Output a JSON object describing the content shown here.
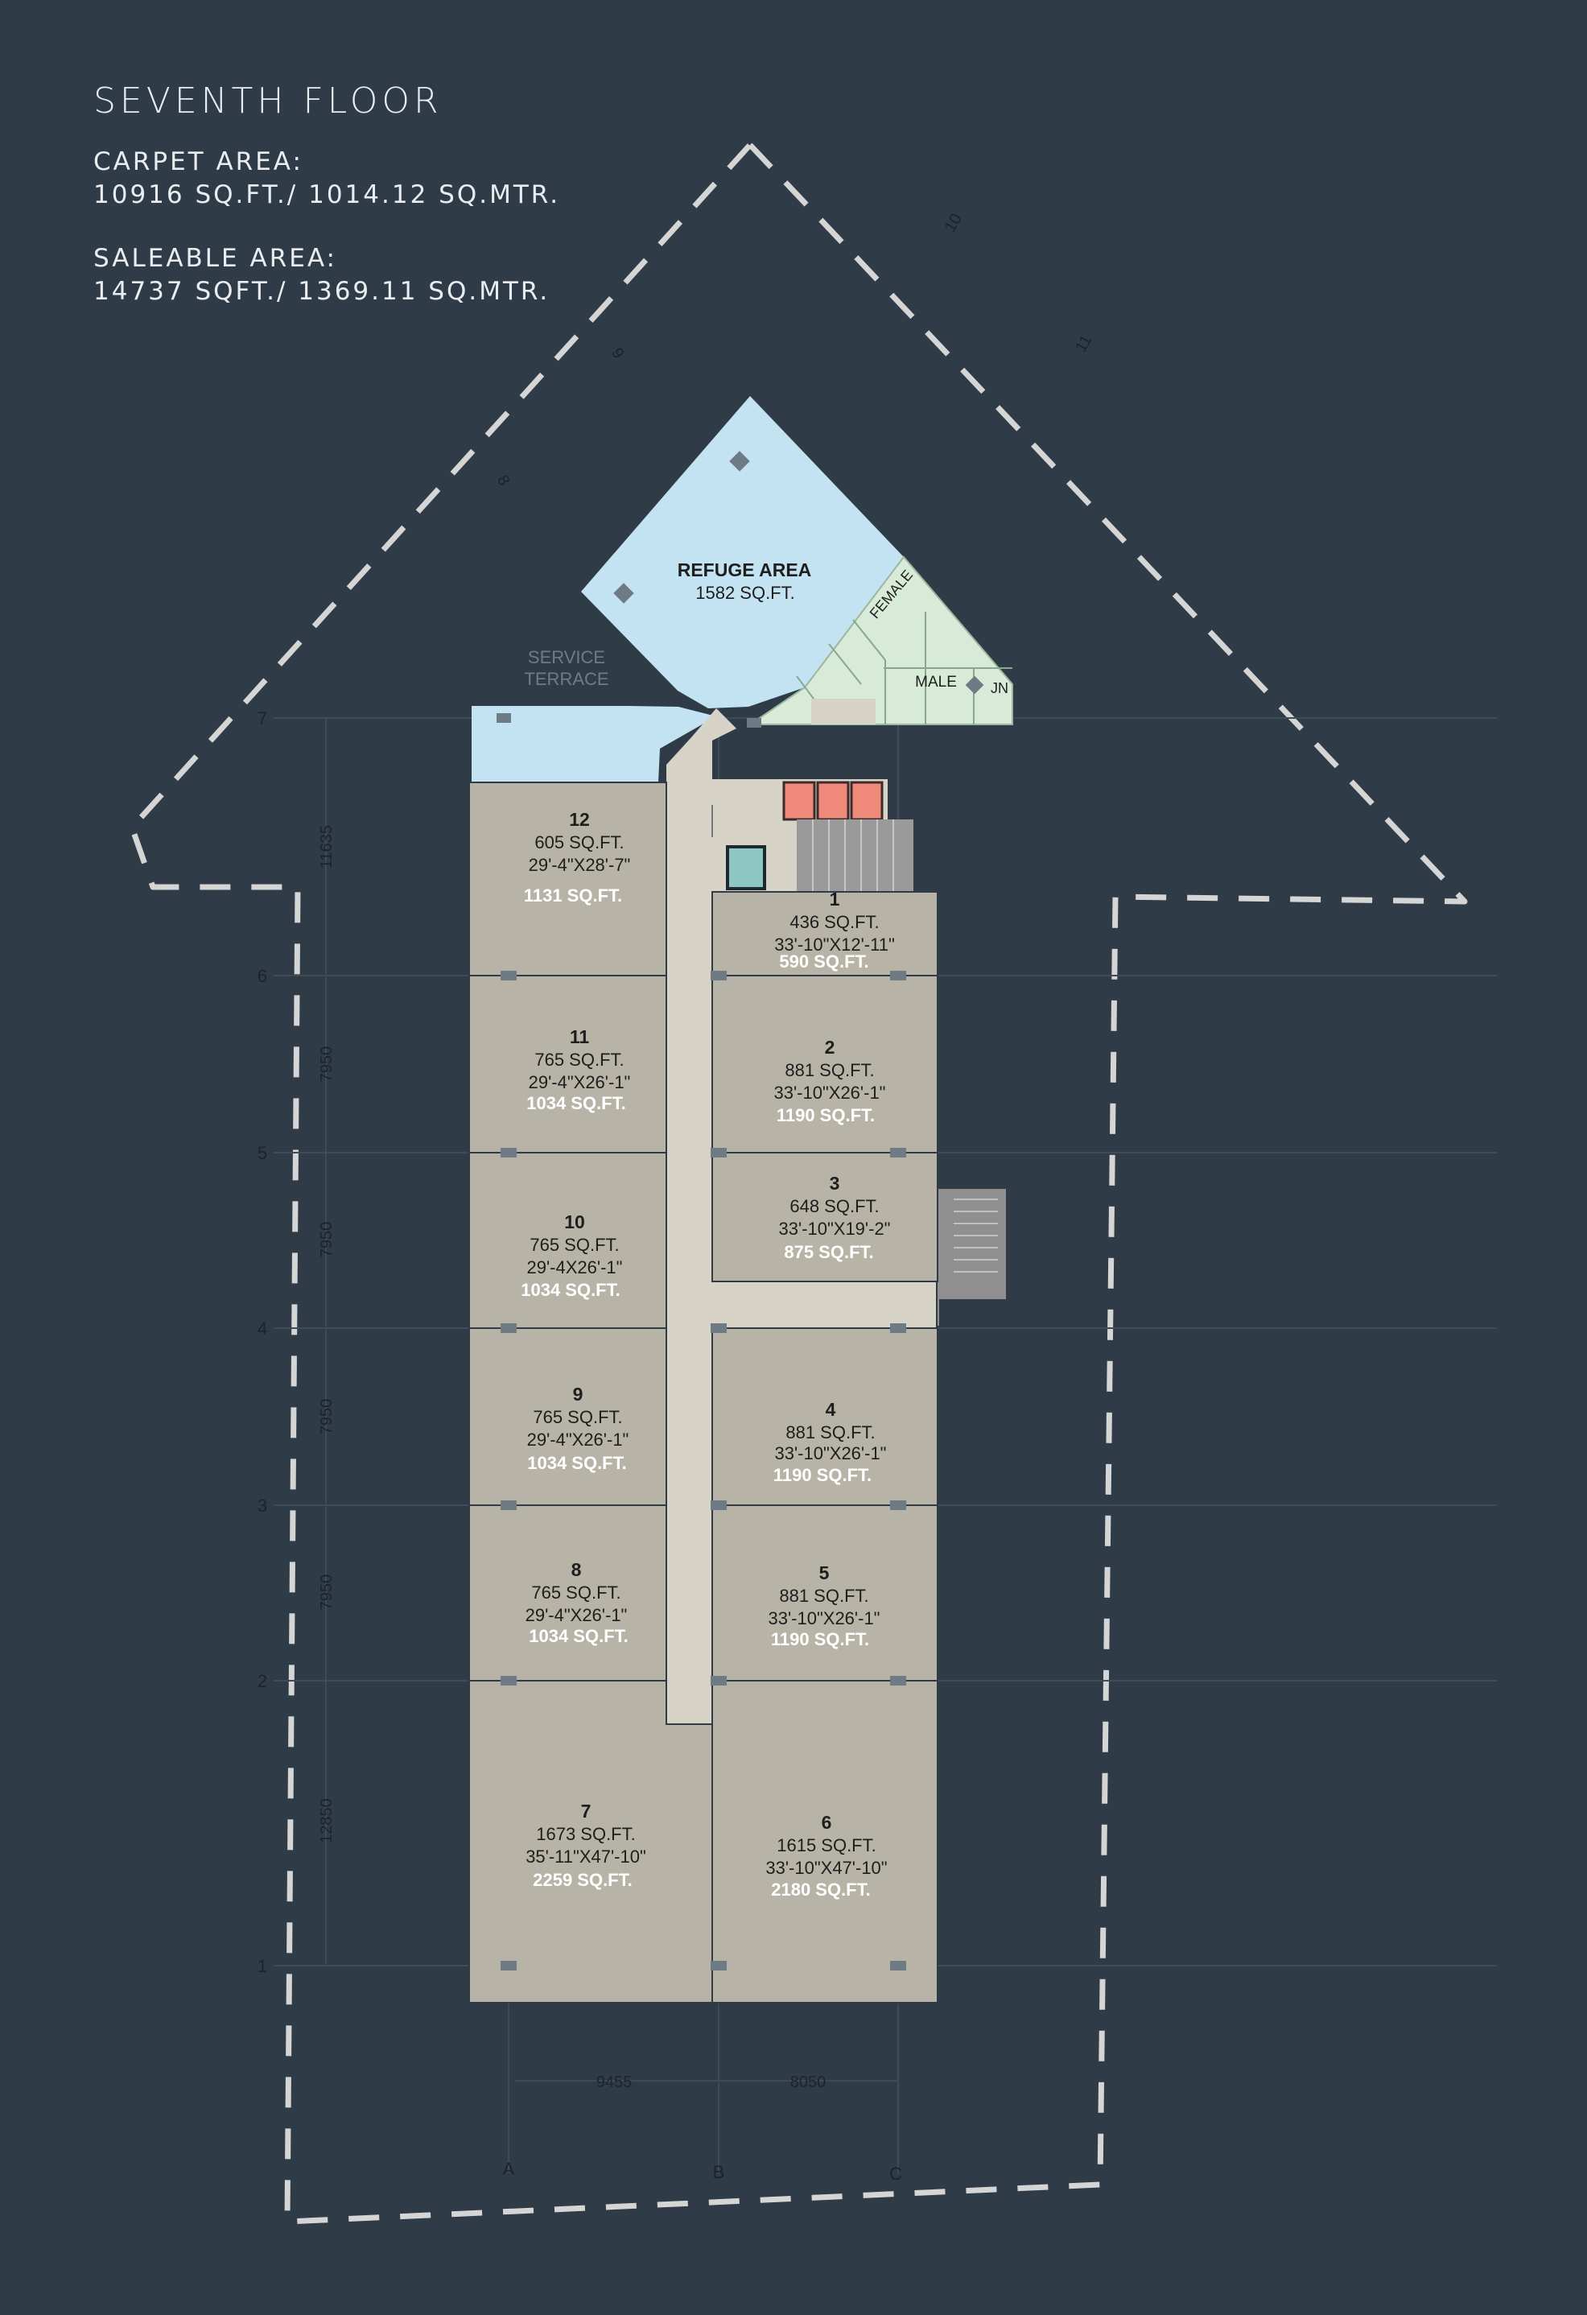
{
  "header": {
    "title": "SEVENTH FLOOR",
    "carpet_label": "CARPET AREA:",
    "carpet_value": "10916 SQ.FT./ 1014.12 SQ.MTR.",
    "saleable_label": "SALEABLE AREA:",
    "saleable_value": "14737 SQFT./ 1369.11 SQ.MTR."
  },
  "colors": {
    "background": "#2f3c47",
    "unit_fill": "#b7b3a6",
    "corridor_fill": "#d8d3c7",
    "refuge_fill": "#c3e3f3",
    "toilet_fill": "#d7ebd8",
    "lift_fill": "#ef8a7a",
    "boundary": "#d5d5d5"
  },
  "refuge": {
    "name": "REFUGE AREA",
    "area": "1582 SQ.FT."
  },
  "service_terrace": [
    "SERVICE",
    "TERRACE"
  ],
  "toilets": {
    "female": "FEMALE",
    "male": "MALE",
    "jn": "JN"
  },
  "units": [
    {
      "no": "12",
      "carpet": "605 SQ.FT.",
      "dims": "29'-4\"X28'-7\"",
      "saleable": "1131 SQ.FT."
    },
    {
      "no": "1",
      "carpet": "436 SQ.FT.",
      "dims": "33'-10\"X12'-11\"",
      "saleable": "590 SQ.FT."
    },
    {
      "no": "11",
      "carpet": "765 SQ.FT.",
      "dims": "29'-4\"X26'-1\"",
      "saleable": "1034 SQ.FT."
    },
    {
      "no": "2",
      "carpet": "881 SQ.FT.",
      "dims": "33'-10\"X26'-1\"",
      "saleable": "1190 SQ.FT."
    },
    {
      "no": "10",
      "carpet": "765 SQ.FT.",
      "dims": "29'-4X26'-1\"",
      "saleable": "1034 SQ.FT."
    },
    {
      "no": "3",
      "carpet": "648 SQ.FT.",
      "dims": "33'-10\"X19'-2\"",
      "saleable": "875 SQ.FT."
    },
    {
      "no": "9",
      "carpet": "765 SQ.FT.",
      "dims": "29'-4\"X26'-1\"",
      "saleable": "1034 SQ.FT."
    },
    {
      "no": "4",
      "carpet": "881 SQ.FT.",
      "dims": "33'-10\"X26'-1\"",
      "saleable": "1190 SQ.FT."
    },
    {
      "no": "8",
      "carpet": "765 SQ.FT.",
      "dims": "29'-4\"X26'-1\"",
      "saleable": "1034 SQ.FT."
    },
    {
      "no": "5",
      "carpet": "881 SQ.FT.",
      "dims": "33'-10\"X26'-1\"",
      "saleable": "1190 SQ.FT."
    },
    {
      "no": "7",
      "carpet": "1673 SQ.FT.",
      "dims": "35'-11\"X47'-10\"",
      "saleable": "2259 SQ.FT."
    },
    {
      "no": "6",
      "carpet": "1615 SQ.FT.",
      "dims": "33'-10\"X47'-10\"",
      "saleable": "2180 SQ.FT."
    }
  ],
  "grid_rows": [
    "7",
    "6",
    "5",
    "4",
    "3",
    "2",
    "1"
  ],
  "grid_cols": [
    "A",
    "B",
    "C"
  ],
  "row_dims": [
    "11635",
    "7950",
    "7950",
    "7950",
    "7950",
    "12850"
  ],
  "col_dims": [
    "9455",
    "8050"
  ],
  "diag_labels": [
    "8",
    "9",
    "10",
    "11"
  ]
}
